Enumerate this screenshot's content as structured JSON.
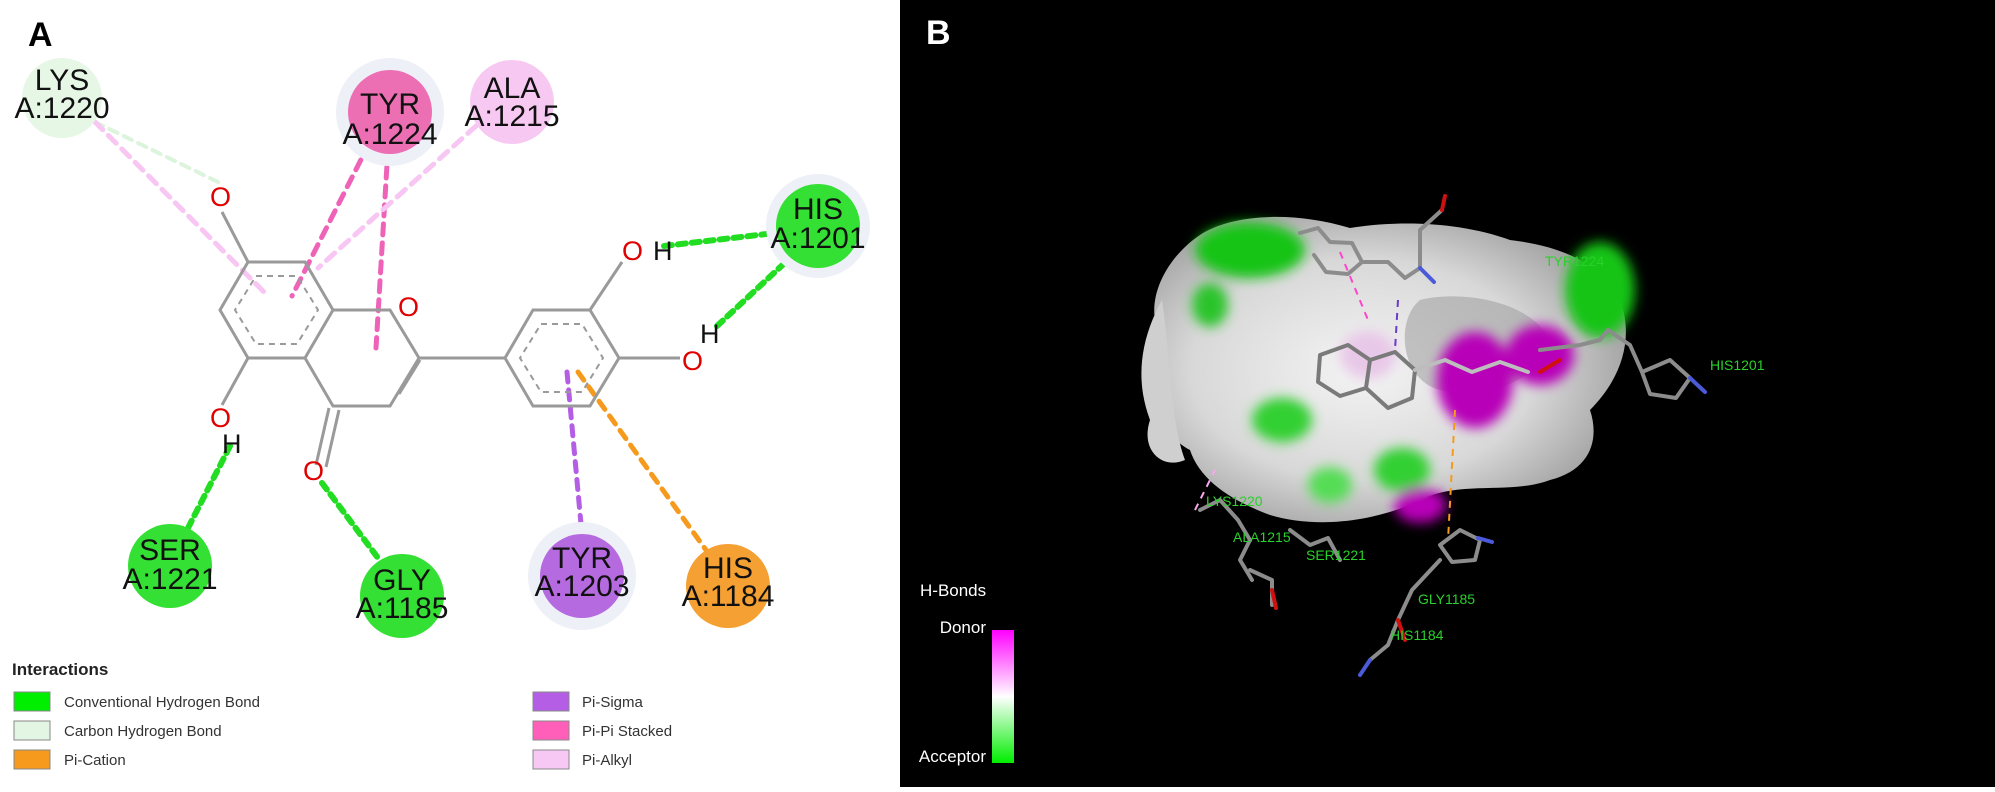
{
  "panel_a": {
    "letter": "A",
    "residues": [
      {
        "id": "lys1220",
        "name": "LYS",
        "num": "A:1220",
        "color": "#e6f7e6",
        "type": "carbon_hb"
      },
      {
        "id": "tyr1224",
        "name": "TYR",
        "num": "A:1224",
        "color": "#ec6fb4",
        "type": "pi_pi"
      },
      {
        "id": "ala1215",
        "name": "ALA",
        "num": "A:1215",
        "color": "#f7c9f2",
        "type": "pi_alkyl"
      },
      {
        "id": "his1201",
        "name": "HIS",
        "num": "A:1201",
        "color": "#33e033",
        "type": "conventional_hb"
      },
      {
        "id": "ser1221",
        "name": "SER",
        "num": "A:1221",
        "color": "#33e033",
        "type": "conventional_hb"
      },
      {
        "id": "gly1185",
        "name": "GLY",
        "num": "A:1185",
        "color": "#33e033",
        "type": "conventional_hb"
      },
      {
        "id": "tyr1203",
        "name": "TYR",
        "num": "A:1203",
        "color": "#b66ae0",
        "type": "pi_sigma"
      },
      {
        "id": "his1184",
        "name": "HIS",
        "num": "A:1184",
        "color": "#f5a033",
        "type": "pi_cation"
      }
    ],
    "atoms": {
      "oxygen": "O",
      "hydrogen": "H"
    },
    "legend": {
      "title": "Interactions",
      "items": [
        {
          "label": "Conventional Hydrogen Bond",
          "color": "#00ee00"
        },
        {
          "label": "Carbon Hydrogen Bond",
          "color": "#e3f6e3"
        },
        {
          "label": "Pi-Cation",
          "color": "#f59a1c"
        },
        {
          "label": "Pi-Sigma",
          "color": "#b45ee6"
        },
        {
          "label": "Pi-Pi Stacked",
          "color": "#ff5fb8"
        },
        {
          "label": "Pi-Alkyl",
          "color": "#f8c8f4"
        }
      ]
    }
  },
  "panel_b": {
    "letter": "B",
    "residue_labels": [
      "TYR1224",
      "HIS1201",
      "LYS1220",
      "ALA1215",
      "SER1221",
      "GLY1185",
      "HIS1184"
    ],
    "hbond_key": {
      "title": "H-Bonds",
      "top": "Donor",
      "bottom": "Acceptor",
      "color_top": "#ff00ff",
      "color_mid": "#ffffff",
      "color_bottom": "#00ee00"
    }
  }
}
